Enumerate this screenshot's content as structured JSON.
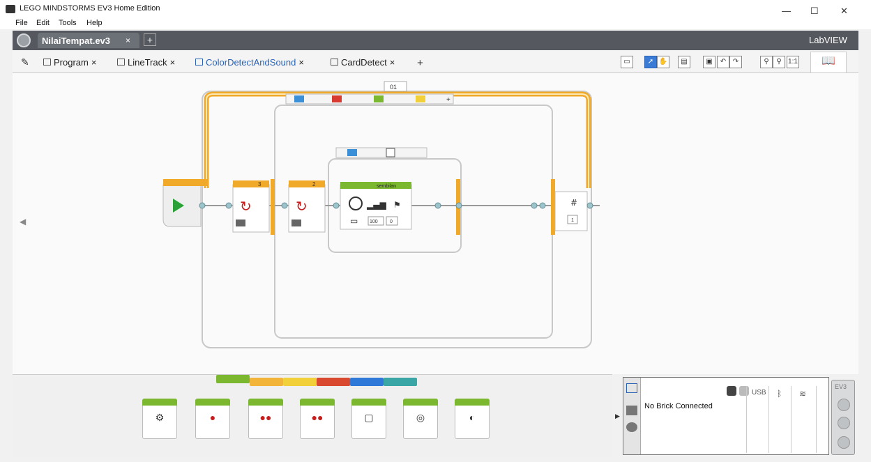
{
  "window": {
    "title": "LEGO MINDSTORMS EV3 Home Edition",
    "controls": {
      "minimize": "—",
      "maximize": "☐",
      "close": "✕"
    }
  },
  "menu": [
    "File",
    "Edit",
    "Tools",
    "Help"
  ],
  "project": {
    "tab_label": "NilaiTempat.ev3",
    "close": "×",
    "add": "+",
    "brand": "LabVIEW"
  },
  "program_tabs": [
    {
      "label": "Program",
      "close": "×"
    },
    {
      "label": "LineTrack",
      "close": "×"
    },
    {
      "label": "ColorDetectAndSound",
      "close": "×"
    },
    {
      "label": "CardDetect",
      "close": "×"
    }
  ],
  "program_tab_add": "+",
  "canvas": {
    "case_label": "01",
    "inner_case_label": "sembilan",
    "wait_block_1_value": "3",
    "wait_block_2_value": "2",
    "sound_block_values": [
      "100",
      "0"
    ],
    "loop_icon": "#",
    "loop_value": "1",
    "color_cases": [
      "#3a8fd9",
      "#d93a2f",
      "#7cb82f",
      "#f2d03a"
    ],
    "case_add": "+"
  },
  "palette": {
    "tab_colors": [
      "#7cb82f",
      "#f2b53a",
      "#f2d03a",
      "#d9492f",
      "#2f7ad9",
      "#3aa6a6"
    ],
    "blocks": [
      "medium-motor-icon",
      "large-motor-icon",
      "move-steering-icon",
      "move-tank-icon",
      "display-icon",
      "sound-icon",
      "brick-status-light-icon"
    ]
  },
  "hardware": {
    "status": "No Brick Connected",
    "usb_label": "USB",
    "bluetooth_icon": "bluetooth-icon",
    "wifi_icon": "wifi-icon"
  },
  "ev3_panel": {
    "label": "EV3"
  }
}
